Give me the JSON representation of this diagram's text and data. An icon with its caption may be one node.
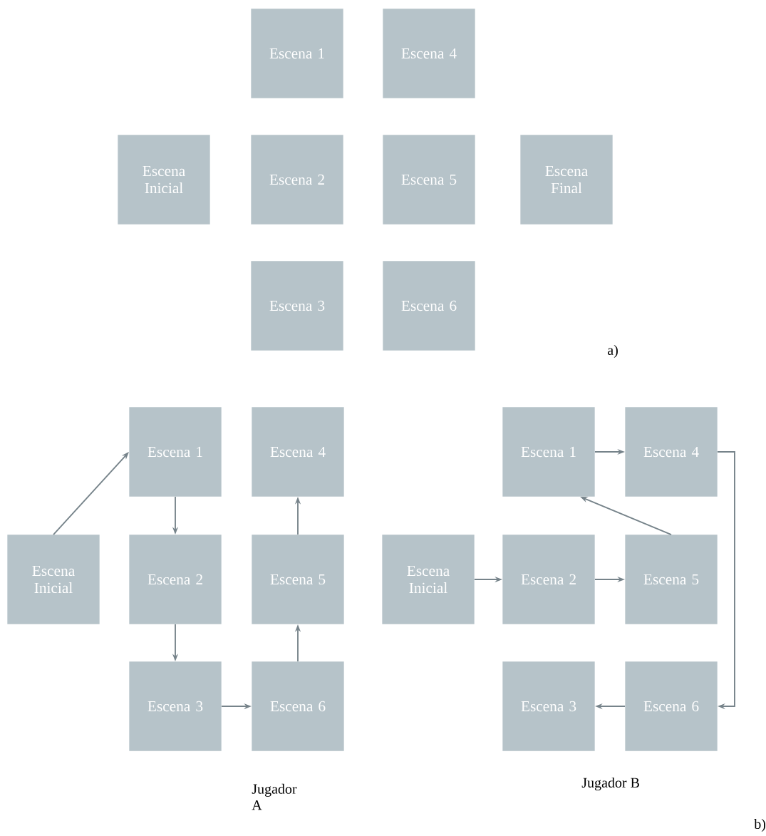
{
  "diagram": {
    "nodes": [
      {
        "text": [
          "Escena 1"
        ]
      },
      {
        "text": [
          "Escena 4"
        ]
      },
      {
        "text": [
          "Escena Inicial"
        ]
      },
      {
        "text": [
          "Escena 2"
        ]
      },
      {
        "text": [
          "Escena 5"
        ]
      },
      {
        "text": [
          "Escena Final"
        ]
      },
      {
        "text": [
          "Escena 3"
        ]
      },
      {
        "text": [
          "Escena 6"
        ]
      },
      {
        "text": [
          "Escena 1"
        ]
      },
      {
        "text": [
          "Escena 4"
        ]
      },
      {
        "text": [
          "Escena Inicial"
        ]
      },
      {
        "text": [
          "Escena 2"
        ]
      },
      {
        "text": [
          "Escena 5"
        ]
      },
      {
        "text": [
          "Escena 3"
        ]
      },
      {
        "text": [
          "Escena 6"
        ]
      },
      {
        "text": [
          "Escena 1"
        ]
      },
      {
        "text": [
          "Escena 4"
        ]
      },
      {
        "text": [
          "Escena Inicial"
        ]
      },
      {
        "text": [
          "Escena 2"
        ]
      },
      {
        "text": [
          "Escena 5"
        ]
      },
      {
        "text": [
          "Escena 3"
        ]
      },
      {
        "text": [
          "Escena 6"
        ]
      }
    ],
    "edges": [
      {
        "from": 10,
        "to": 8,
        "arrow": "to"
      },
      {
        "from": 8,
        "to": 11,
        "arrow": "to"
      },
      {
        "from": 11,
        "to": 13,
        "arrow": "to"
      },
      {
        "from": 13,
        "to": 14,
        "arrow": "to"
      },
      {
        "from": 14,
        "to": 12,
        "arrow": "to"
      },
      {
        "from": 12,
        "to": 9,
        "arrow": "to"
      },
      {
        "from": 15,
        "to": 16,
        "arrow": "to"
      },
      {
        "from": 16,
        "to": 21,
        "arrow": "to"
      },
      {
        "from": 19,
        "to": 15,
        "arrow": "to"
      },
      {
        "from": 17,
        "to": 18,
        "arrow": "to"
      },
      {
        "from": 18,
        "to": 19,
        "arrow": "to"
      },
      {
        "from": 21,
        "to": 20,
        "arrow": "to"
      }
    ],
    "labels": [
      "a)",
      "Jugador A",
      "Jugador B",
      "b)"
    ]
  }
}
